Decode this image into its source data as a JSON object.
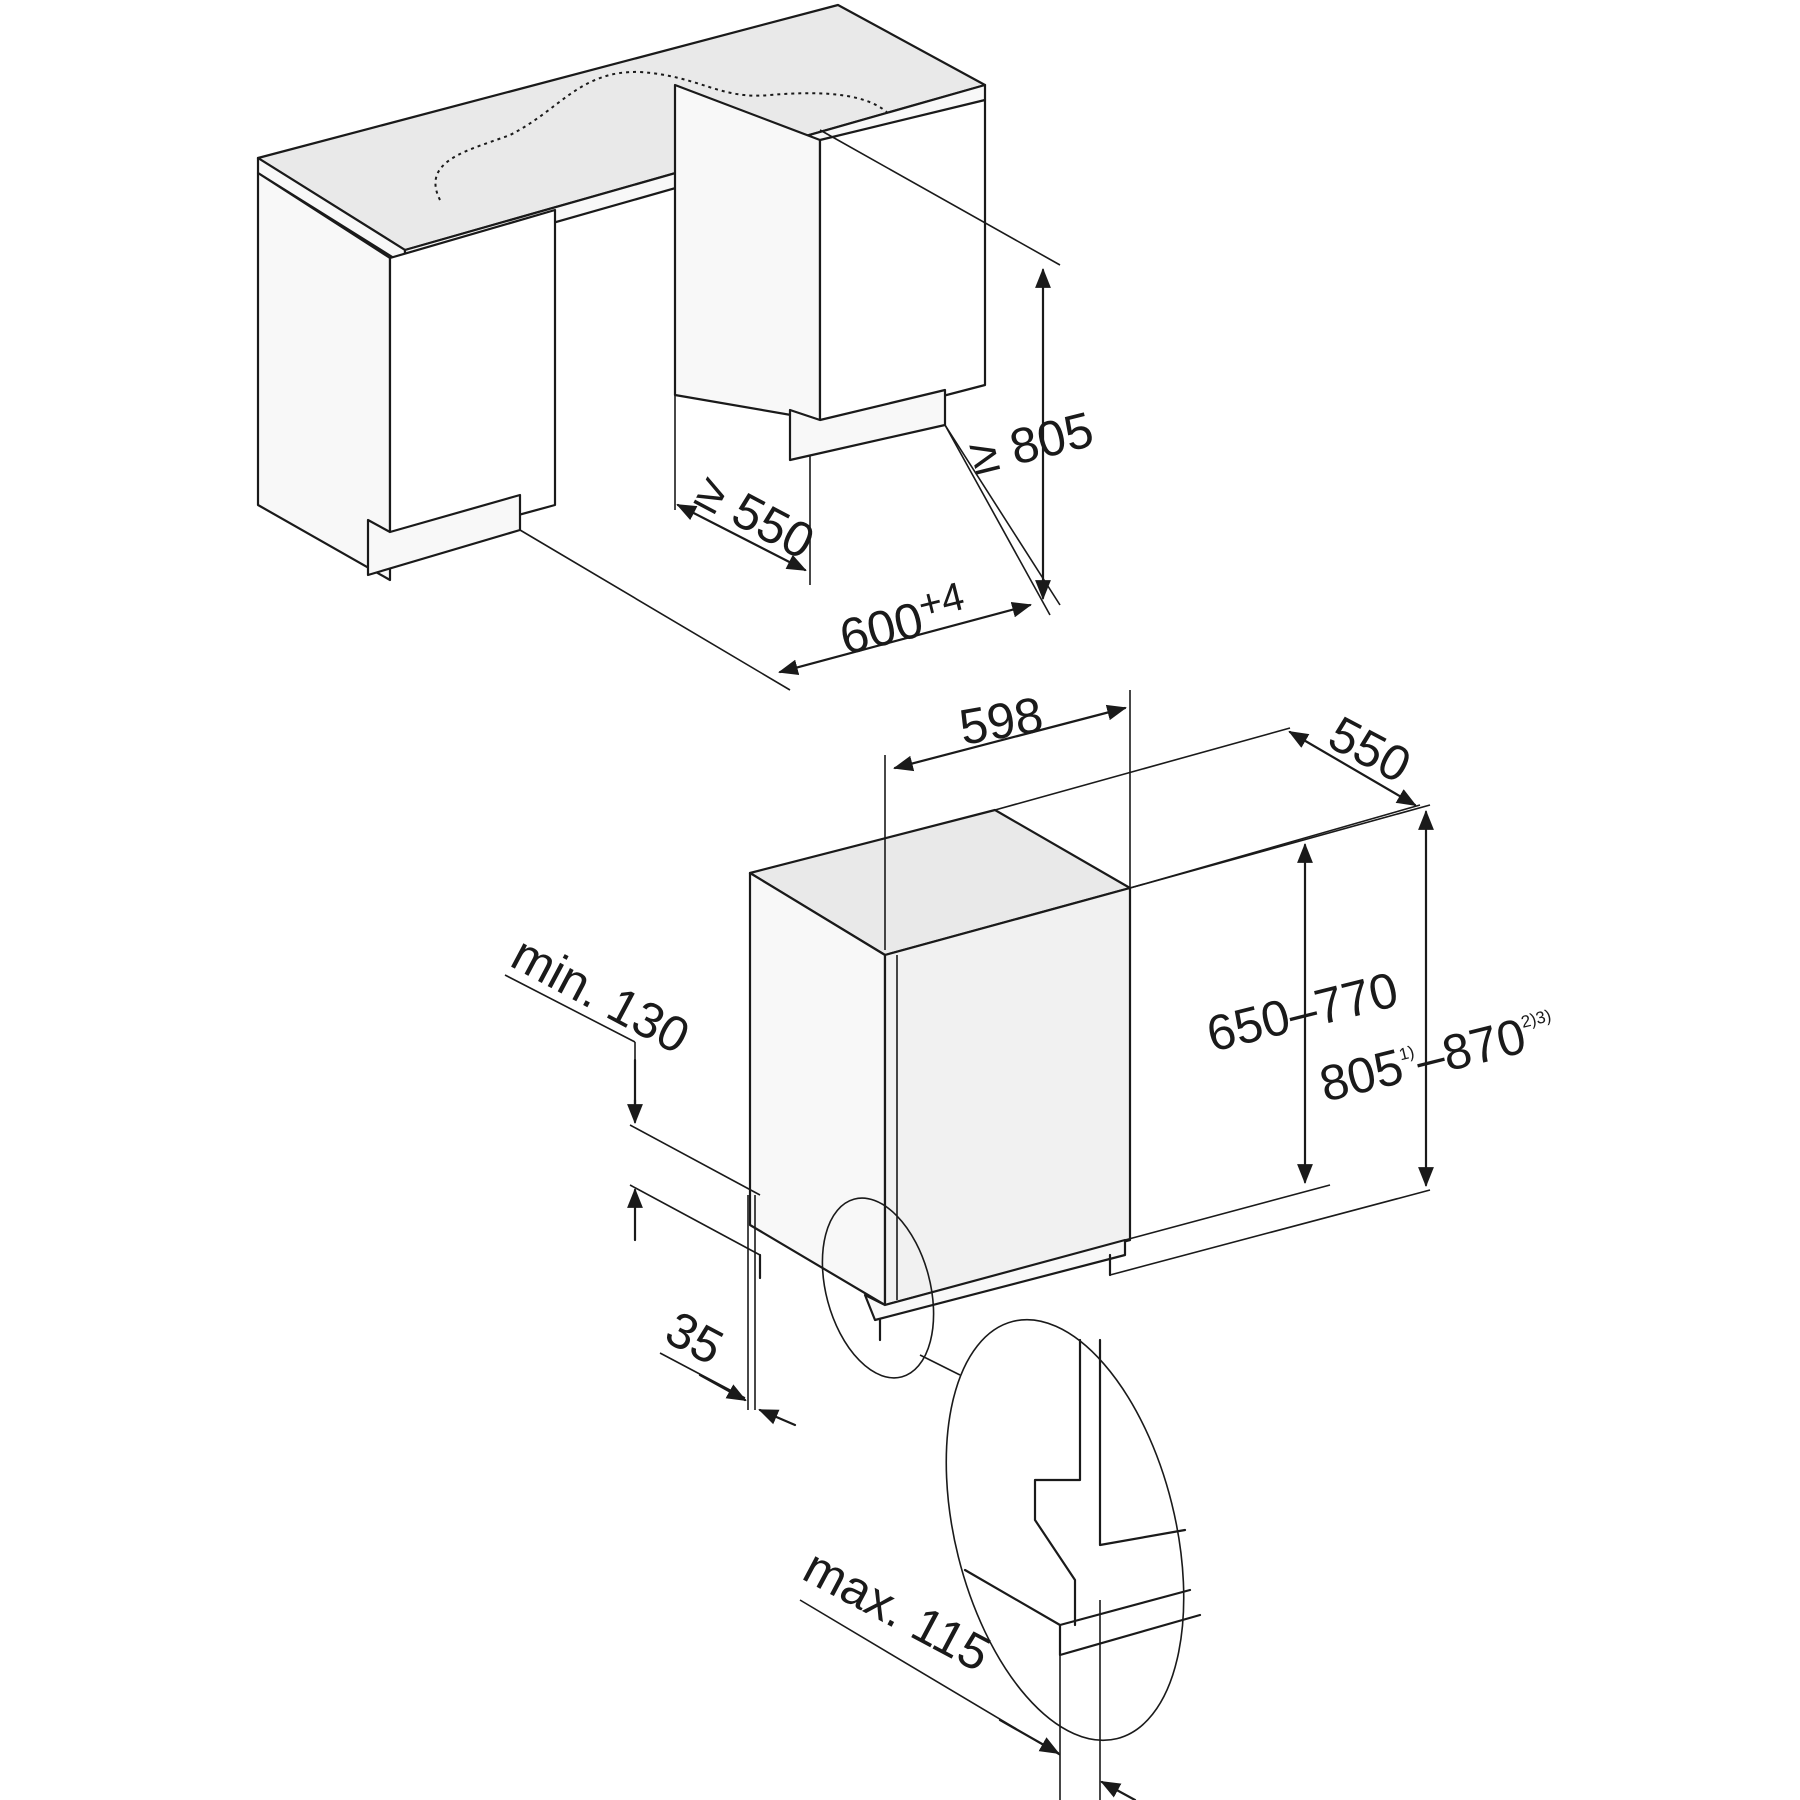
{
  "colors": {
    "ink": "#1a1a1a",
    "face_light": "#f8f8f8",
    "face_top": "#e9e9e9",
    "background": "#ffffff"
  },
  "niche": {
    "height_label": "≥ 805",
    "depth_label": "≥ 550",
    "width_label": "600",
    "width_tolerance": "+4"
  },
  "appliance": {
    "width_label": "598",
    "depth_label": "550",
    "door_height_label": "650–770",
    "height_label_a": "805",
    "height_note_a": "1)",
    "height_label_b": "–870",
    "height_note_b": "2)3)",
    "min_label": "min. 130",
    "plinth_label": "35",
    "max_label": "max. 115"
  }
}
